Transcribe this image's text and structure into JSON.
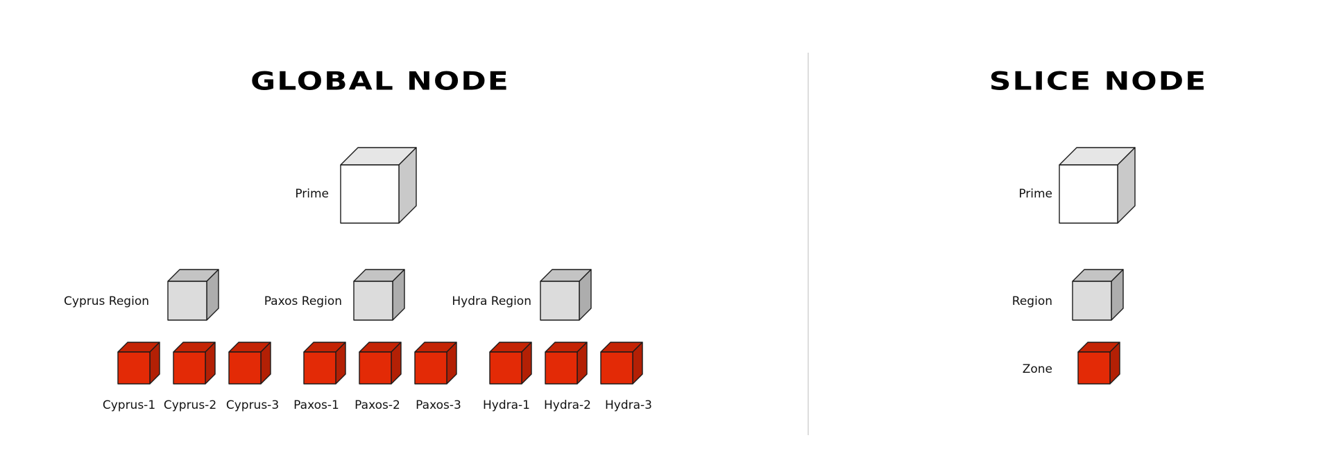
{
  "colors": {
    "prime_front": "#ffffff",
    "prime_top": "#e6e6e6",
    "prime_side": "#c9c9c9",
    "region_front": "#dcdcdc",
    "region_top": "#c4c4c4",
    "region_side": "#adadad",
    "zone_front": "#e32a06",
    "zone_top": "#c42405",
    "zone_side": "#b32005",
    "divider": "#dddddd"
  },
  "global": {
    "title": "GLOBAL NODE",
    "prime_label": "Prime",
    "regions": [
      {
        "label": "Cyprus Region",
        "zones": [
          "Cyprus-1",
          "Cyprus-2",
          "Cyprus-3"
        ]
      },
      {
        "label": "Paxos Region",
        "zones": [
          "Paxos-1",
          "Paxos-2",
          "Paxos-3"
        ]
      },
      {
        "label": "Hydra Region",
        "zones": [
          "Hydra-1",
          "Hydra-2",
          "Hydra-3"
        ]
      }
    ]
  },
  "slice": {
    "title": "SLICE NODE",
    "prime_label": "Prime",
    "region_label": "Region",
    "zone_label": "Zone"
  }
}
